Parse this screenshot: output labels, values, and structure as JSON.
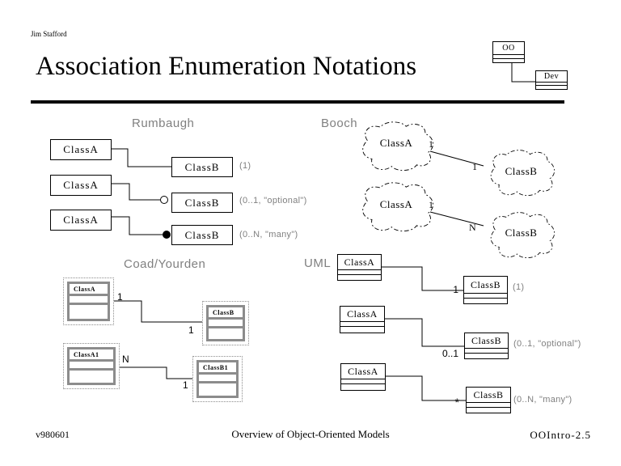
{
  "header": {
    "author": "Jim Stafford",
    "title": "Association Enumeration Notations",
    "logo": {
      "top_label": "OO",
      "bottom_label": "Dev"
    }
  },
  "rumbaugh": {
    "title": "Rumbaugh",
    "rows": [
      {
        "left": "ClassA",
        "right": "ClassB",
        "terminator": "plain",
        "annotation": "(1)"
      },
      {
        "left": "ClassA",
        "right": "ClassB",
        "terminator": "open-circle",
        "annotation": "(0..1, \"optional\")"
      },
      {
        "left": "ClassA",
        "right": "ClassB",
        "terminator": "filled-circle",
        "annotation": "(0..N, \"many\")"
      }
    ]
  },
  "booch": {
    "title": "Booch",
    "rows": [
      {
        "left": "ClassA",
        "left_mult": "1",
        "right": "ClassB",
        "right_mult": "1"
      },
      {
        "left": "ClassA",
        "left_mult": "1",
        "right": "ClassB",
        "right_mult": "N"
      }
    ]
  },
  "coad": {
    "title": "Coad/Yourden",
    "rows": [
      {
        "left": "ClassA",
        "left_mult": "1",
        "right": "ClassB",
        "right_mult": "1"
      },
      {
        "left": "ClassA1",
        "left_mult": "N",
        "right": "ClassB1",
        "right_mult": "1"
      }
    ]
  },
  "uml": {
    "title": "UML",
    "rows": [
      {
        "left": "ClassA",
        "right": "ClassB",
        "mult": "1",
        "annotation": "(1)"
      },
      {
        "left": "ClassA",
        "right": "ClassB",
        "mult": "0..1",
        "annotation": "(0..1, \"optional\")"
      },
      {
        "left": "ClassA",
        "right": "ClassB",
        "mult": "*",
        "annotation": "(0..N, \"many\")"
      }
    ]
  },
  "footer": {
    "version": "v980601",
    "center": "Overview of Object-Oriented Models",
    "page": "OOIntro-2.5"
  },
  "colors": {
    "muted_gray": "#808080",
    "coad_border": "#8c8c8c",
    "line": "#000000",
    "background": "#ffffff"
  }
}
